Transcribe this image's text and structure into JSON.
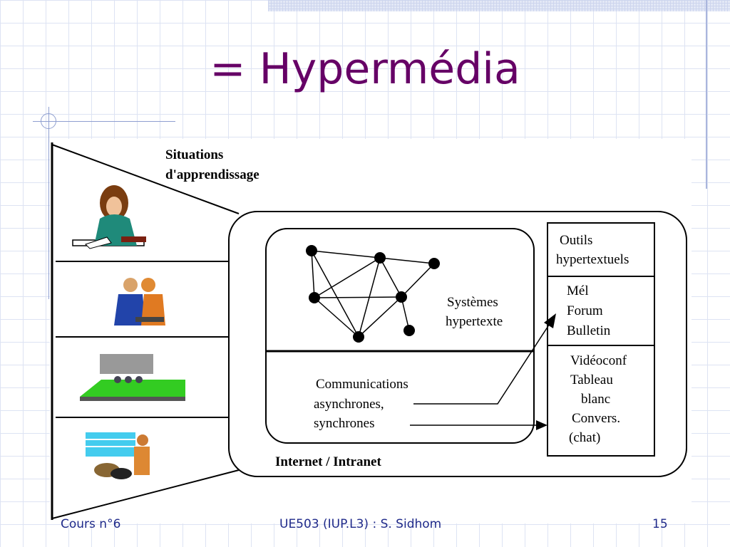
{
  "slide": {
    "title": "= Hypermédia"
  },
  "diagram": {
    "situations_line1": "Situations",
    "situations_line2": "d'apprendissage",
    "systemes_line1": "Systèmes",
    "systemes_line2": "hypertexte",
    "communications_line1": "Communications",
    "communications_line2": "asynchrones,",
    "communications_line3": "synchrones",
    "outils_line1": "Outils",
    "outils_line2": "hypertextuels",
    "mel_line1": "Mél",
    "mel_line2": "Forum",
    "mel_line3": "Bulletin",
    "video_line1": "Vidéoconf",
    "video_line2": "Tableau",
    "video_line3": "blanc",
    "video_line4": "Convers.",
    "video_line5": "(chat)",
    "network_label": "Internet / Intranet"
  },
  "footer": {
    "left": "Cours n°6",
    "center": "UE503 (IUP.L3) : S. Sidhom",
    "page_number": "15"
  }
}
